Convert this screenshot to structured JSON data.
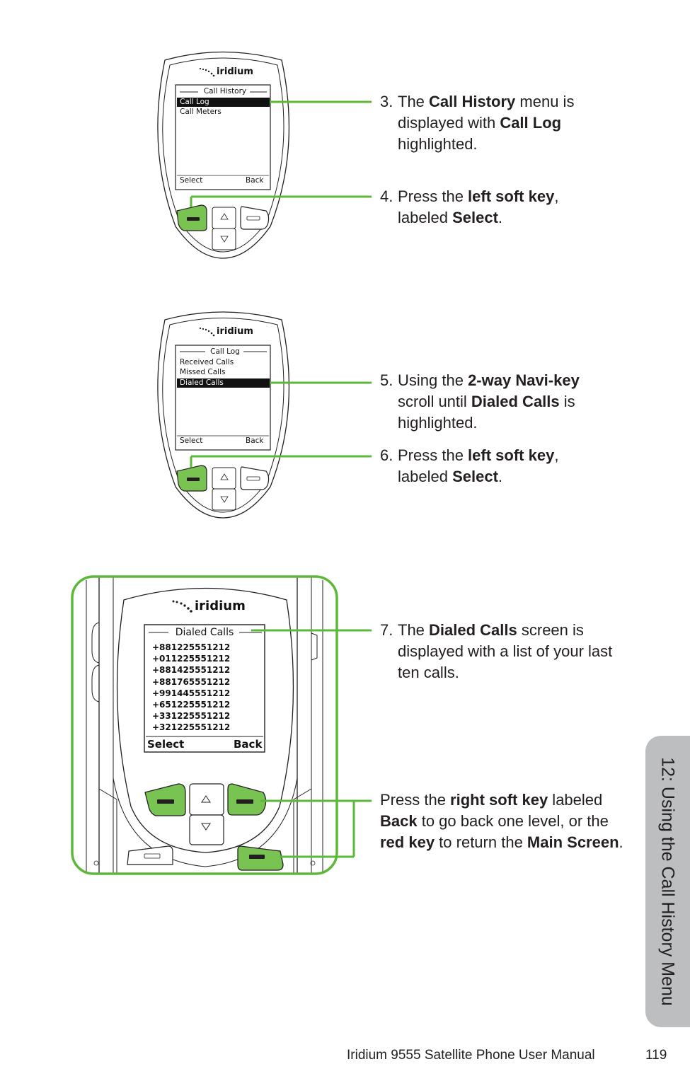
{
  "brand": "iridium",
  "colors": {
    "accent_green": "#5db83a",
    "key_green": "#78c352",
    "tab_gray": "#bcbec0"
  },
  "phone1": {
    "header": "Call History",
    "items": [
      "Call Log",
      "Call Meters"
    ],
    "highlighted": "Call Log",
    "left_soft": "Select",
    "right_soft": "Back"
  },
  "phone2": {
    "header": "Call Log",
    "items": [
      "Received Calls",
      "Missed Calls",
      "Dialed Calls"
    ],
    "highlighted": "Dialed Calls",
    "left_soft": "Select",
    "right_soft": "Back"
  },
  "phone3": {
    "header": "Dialed Calls",
    "numbers": [
      "+881225551212",
      "+011225551212",
      "+881425551212",
      "+881765551212",
      "+991445551212",
      "+651225551212",
      "+331225551212",
      "+321225551212"
    ],
    "left_soft": "Select",
    "right_soft": "Back"
  },
  "steps": [
    {
      "num": "3.",
      "parts": [
        {
          "t": "The "
        },
        {
          "t": "Call History",
          "b": true
        },
        {
          "t": " menu is displayed with "
        },
        {
          "t": "Call Log",
          "b": true
        },
        {
          "t": " highlighted."
        }
      ]
    },
    {
      "num": "4.",
      "parts": [
        {
          "t": "Press the "
        },
        {
          "t": "left soft key",
          "b": true
        },
        {
          "t": ", labeled "
        },
        {
          "t": "Select",
          "b": true
        },
        {
          "t": "."
        }
      ]
    },
    {
      "num": "5.",
      "parts": [
        {
          "t": "Using the "
        },
        {
          "t": "2-way Navi-key",
          "b": true
        },
        {
          "t": " scroll until "
        },
        {
          "t": "Dialed Calls",
          "b": true
        },
        {
          "t": " is highlighted."
        }
      ]
    },
    {
      "num": "6.",
      "parts": [
        {
          "t": "Press the "
        },
        {
          "t": "left soft key",
          "b": true
        },
        {
          "t": ", labeled "
        },
        {
          "t": "Select",
          "b": true
        },
        {
          "t": "."
        }
      ]
    },
    {
      "num": "7.",
      "parts": [
        {
          "t": "The "
        },
        {
          "t": "Dialed Calls",
          "b": true
        },
        {
          "t": " screen is displayed with a list of your last ten calls."
        }
      ]
    }
  ],
  "final_note": [
    {
      "t": "Press the "
    },
    {
      "t": "right soft key",
      "b": true
    },
    {
      "t": " labeled "
    },
    {
      "t": "Back",
      "b": true
    },
    {
      "t": " to go back one level, or the "
    },
    {
      "t": "red key",
      "b": true
    },
    {
      "t": " to return the "
    },
    {
      "t": "Main Screen",
      "b": true
    },
    {
      "t": "."
    }
  ],
  "side_tab": "12: Using the Call History Menu",
  "footer": {
    "manual": "Iridium 9555 Satellite Phone User Manual",
    "page": "119"
  }
}
